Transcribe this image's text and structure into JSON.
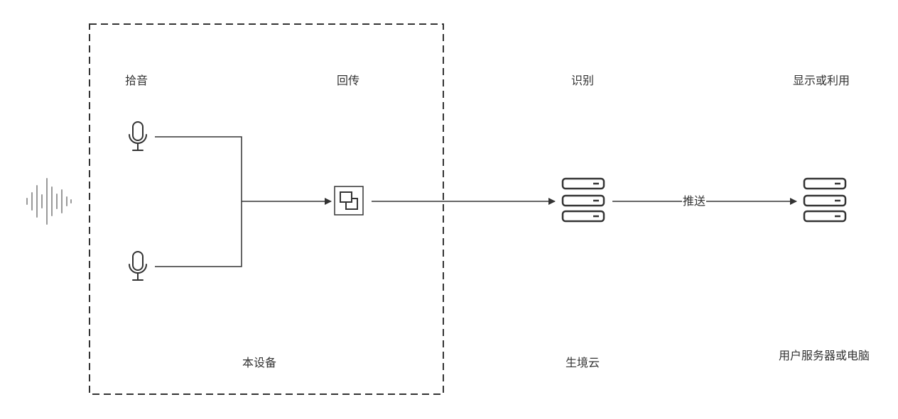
{
  "labels": {
    "pickup": "拾音",
    "backhaul": "回传",
    "recognize": "识别",
    "display_use": "显示或利用",
    "this_device": "本设备",
    "shengjing_cloud": "生境云",
    "user_server": "用户服务器或电脑",
    "push": "推送"
  },
  "colors": {
    "line": "#333333",
    "dash": "#333333",
    "wave": "#999999"
  },
  "icons": [
    "sound-wave-icon",
    "microphone-icon",
    "gateway-icon",
    "server-icon"
  ]
}
